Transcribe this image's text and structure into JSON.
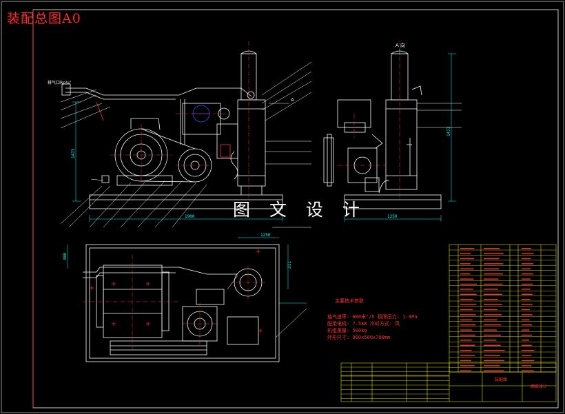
{
  "drawing": {
    "title": "装配总图A0",
    "watermark": "图 文 设 计",
    "view_label": "A 向",
    "arrow_label": "A",
    "pipe_label": "排气口Rp¾\"",
    "dims": {
      "base_length": "1900",
      "side_base": "1250",
      "height_main": "1473",
      "height_side": "1473",
      "top_plan_width": "1250",
      "left_plan": "300",
      "right_plan": "211"
    }
  },
  "specs": {
    "heading": "主要技术参数",
    "lines": [
      "抽气速率: 600米³/h    极限压力: 1.3Pa",
      "配用电机: 7.5kW       冷却方式: 风",
      "机组重量: 500kg",
      "外形尺寸: 900x500x700mm"
    ]
  },
  "title_block": {
    "drawing_name": "装配图",
    "company": "图纸设计"
  },
  "colors": {
    "background": "#000000",
    "frame": "#ffffff",
    "outline": "#ffffff",
    "annotation": "#ff3030",
    "dimension": "#00ffff",
    "centerline": "#ff3030",
    "accent_blue": "#3355ff",
    "table_line": "#ffff00",
    "title": "#ff2a2a"
  }
}
